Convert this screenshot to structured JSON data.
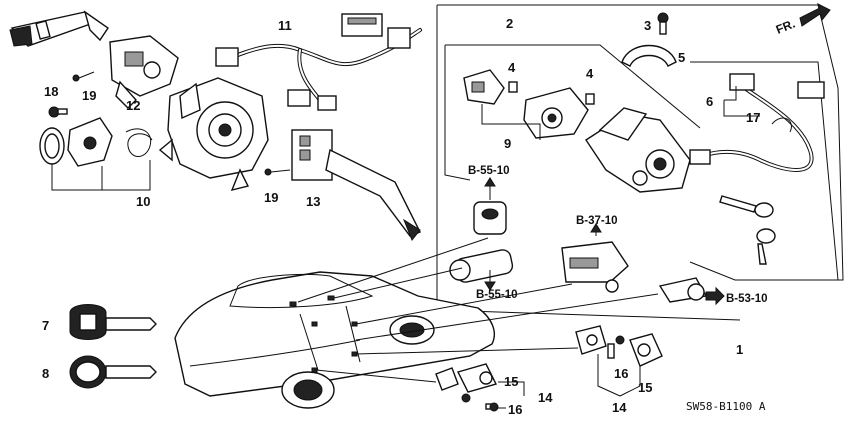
{
  "diagram": {
    "code": "SW58-B1100 A",
    "direction_label": "FR.",
    "callouts": [
      {
        "id": "c1",
        "label": "1"
      },
      {
        "id": "c2",
        "label": "2"
      },
      {
        "id": "c3",
        "label": "3"
      },
      {
        "id": "c4a",
        "label": "4"
      },
      {
        "id": "c4b",
        "label": "4"
      },
      {
        "id": "c5",
        "label": "5"
      },
      {
        "id": "c6",
        "label": "6"
      },
      {
        "id": "c7",
        "label": "7"
      },
      {
        "id": "c8",
        "label": "8"
      },
      {
        "id": "c9",
        "label": "9"
      },
      {
        "id": "c10",
        "label": "10"
      },
      {
        "id": "c11",
        "label": "11"
      },
      {
        "id": "c12",
        "label": "12"
      },
      {
        "id": "c13",
        "label": "13"
      },
      {
        "id": "c14a",
        "label": "14"
      },
      {
        "id": "c14b",
        "label": "14"
      },
      {
        "id": "c15a",
        "label": "15"
      },
      {
        "id": "c15b",
        "label": "15"
      },
      {
        "id": "c16a",
        "label": "16"
      },
      {
        "id": "c16b",
        "label": "16"
      },
      {
        "id": "c17",
        "label": "17"
      },
      {
        "id": "c18",
        "label": "18"
      },
      {
        "id": "c19a",
        "label": "19"
      },
      {
        "id": "c19b",
        "label": "19"
      }
    ],
    "references": [
      {
        "id": "r1",
        "label": "B-55-10"
      },
      {
        "id": "r2",
        "label": "B-55-10"
      },
      {
        "id": "r3",
        "label": "B-37-10"
      },
      {
        "id": "r4",
        "label": "B-53-10"
      }
    ]
  }
}
